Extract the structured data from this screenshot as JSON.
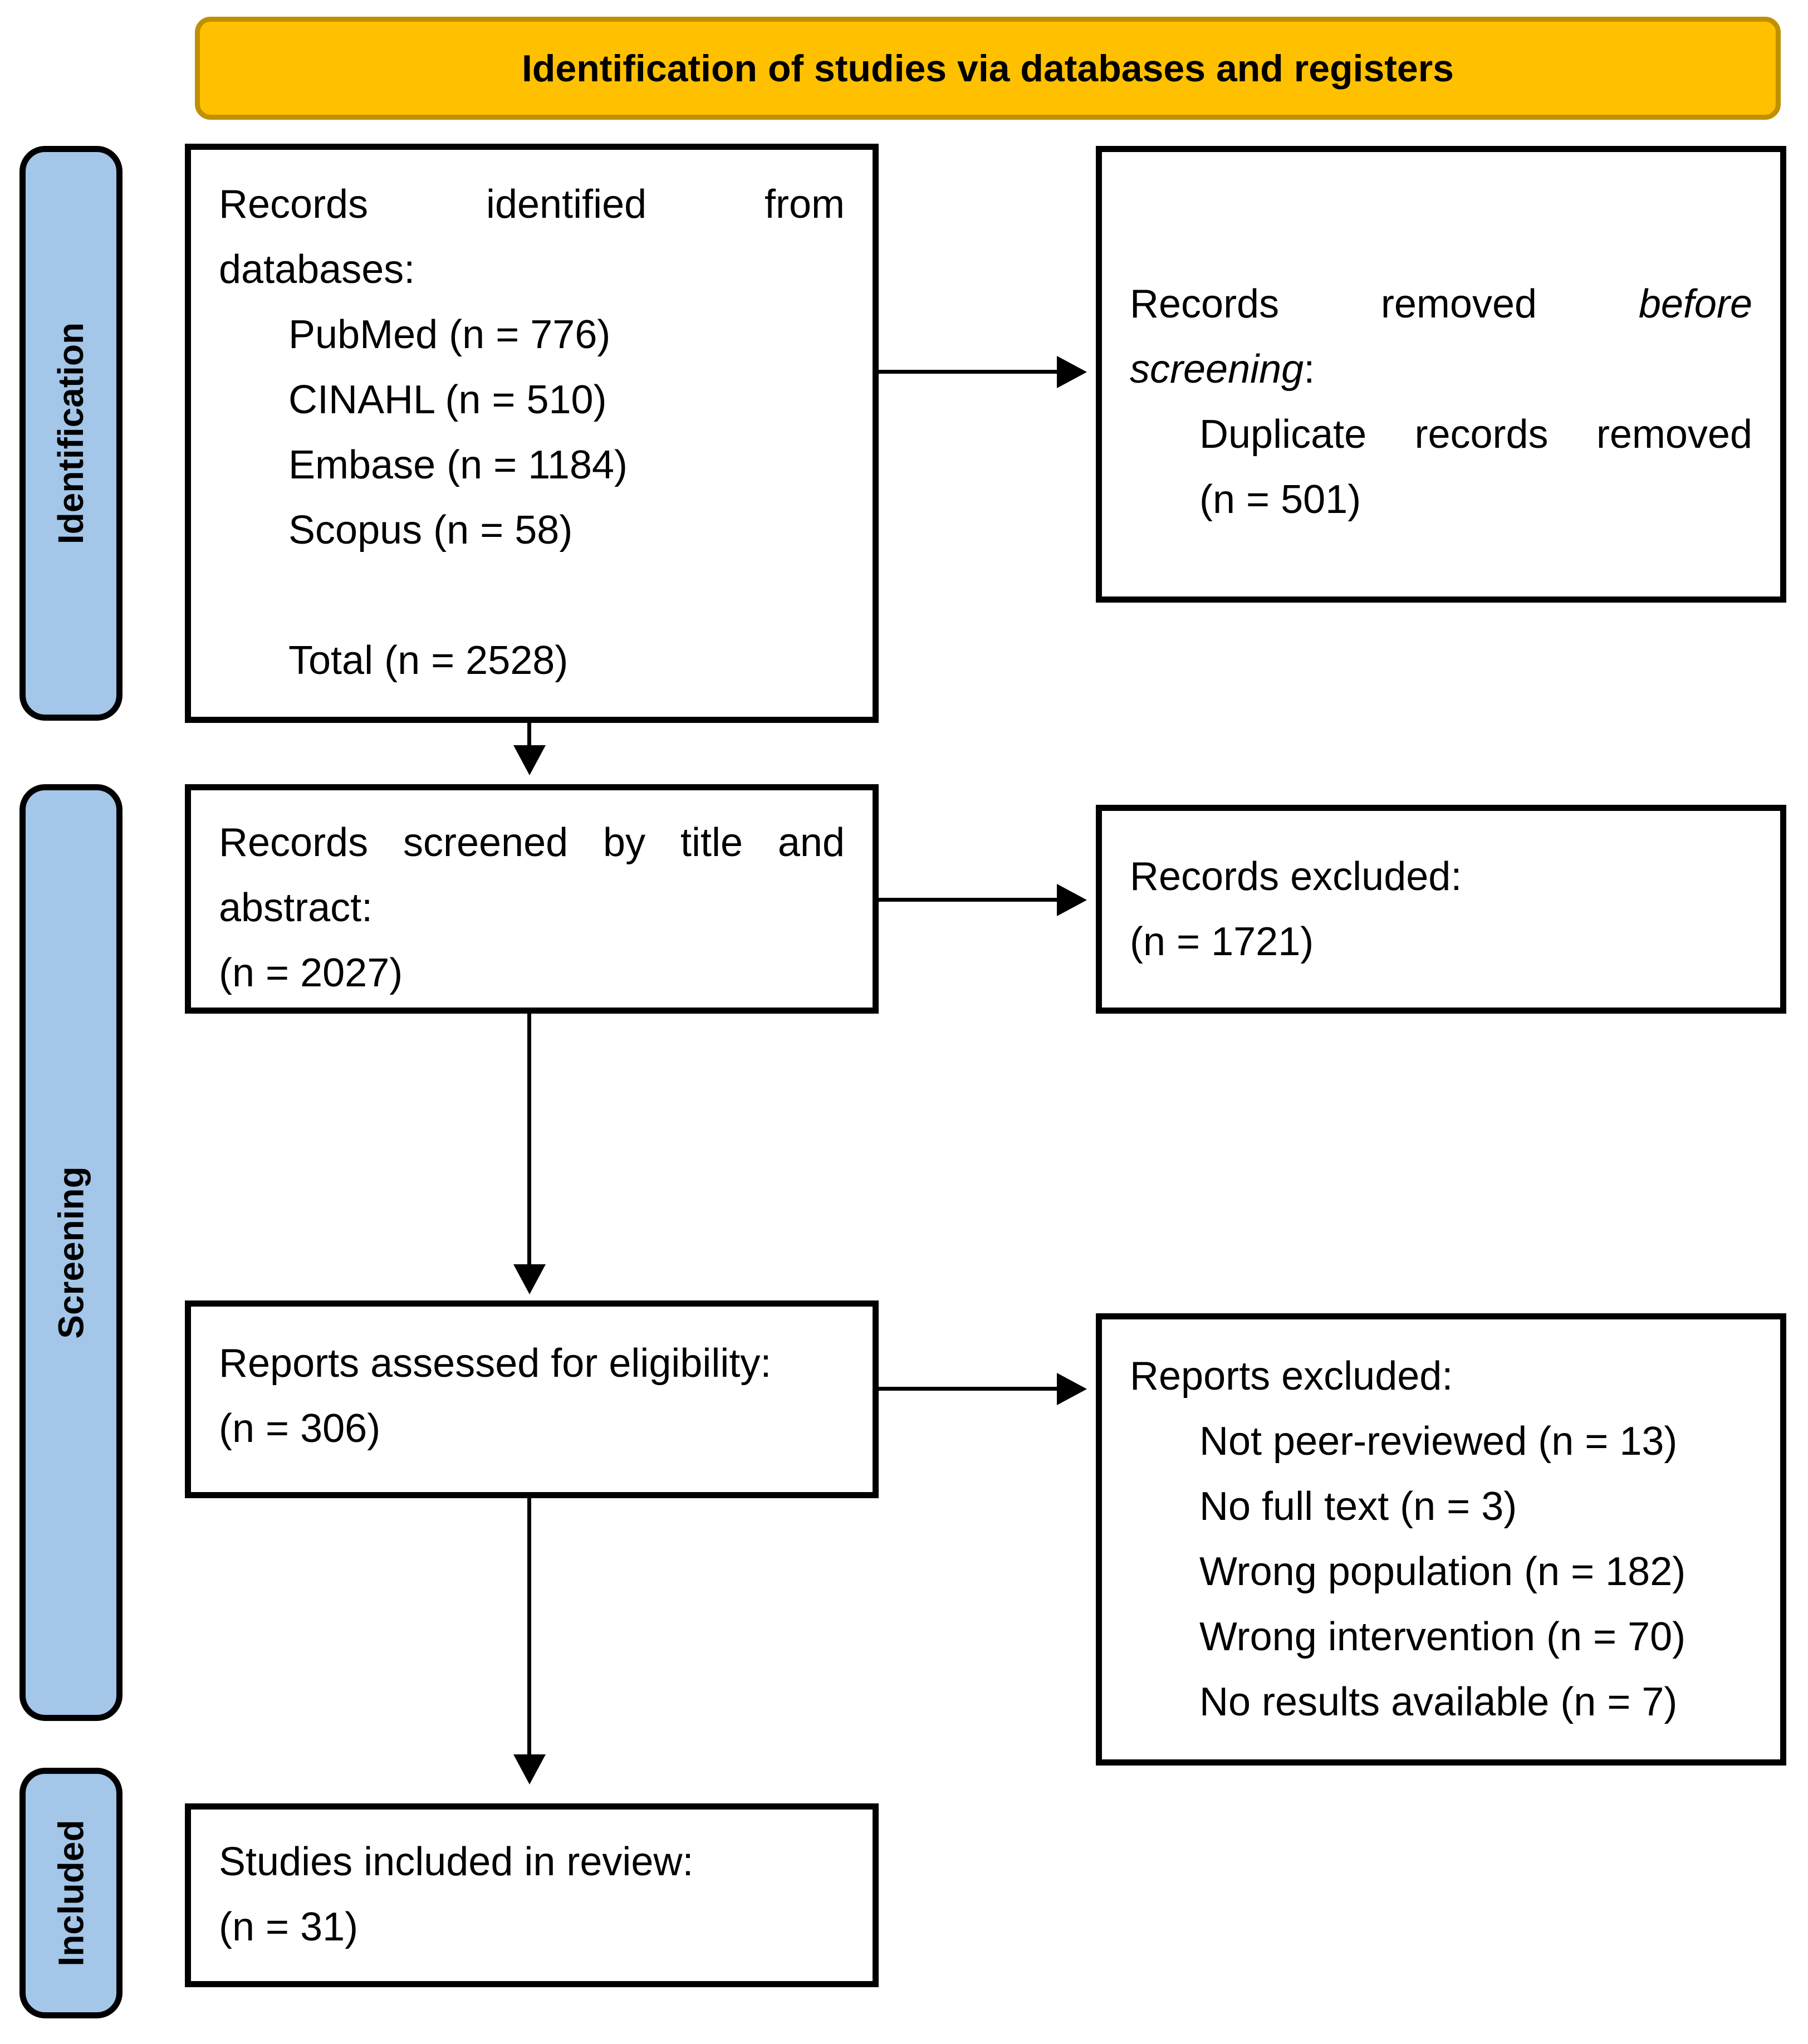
{
  "header": {
    "title": "Identification of studies via databases and registers"
  },
  "sidebar": {
    "stages": [
      "Identification",
      "Screening",
      "Included"
    ]
  },
  "boxes": {
    "identified": {
      "line1": "Records identified from",
      "line2": "databases:",
      "items": [
        "PubMed (n = 776)",
        "CINAHL (n = 510)",
        "Embase (n = 1184)",
        "Scopus (n = 58)"
      ],
      "total": "Total (n = 2528)"
    },
    "removed": {
      "l1_normal": "Records removed",
      "l1_italic": "before",
      "l2_italic": "screening",
      "l2_normal": ":",
      "item_line1": "Duplicate records removed",
      "item_line2": "(n = 501)"
    },
    "screened": {
      "line1": "Records screened by title and",
      "line2": "abstract:",
      "line3": "(n = 2027)"
    },
    "records_excluded": {
      "line1": "Records excluded:",
      "line2": "(n = 1721)"
    },
    "assessed": {
      "line1": "Reports assessed for eligibility:",
      "line2": "(n = 306)"
    },
    "reports_excluded": {
      "line1": "Reports excluded:",
      "items": [
        "Not peer-reviewed (n = 13)",
        "No full text (n = 3)",
        "Wrong population (n = 182)",
        "Wrong intervention (n = 70)",
        "No results available (n = 7)"
      ]
    },
    "included": {
      "line1": "Studies included in review:",
      "line2": "(n = 31)"
    }
  },
  "colors": {
    "header_fill": "#FFC000",
    "header_border": "#BF9000",
    "stage_fill": "#A3C6E9",
    "box_border": "#000000",
    "background": "#FFFFFF"
  }
}
